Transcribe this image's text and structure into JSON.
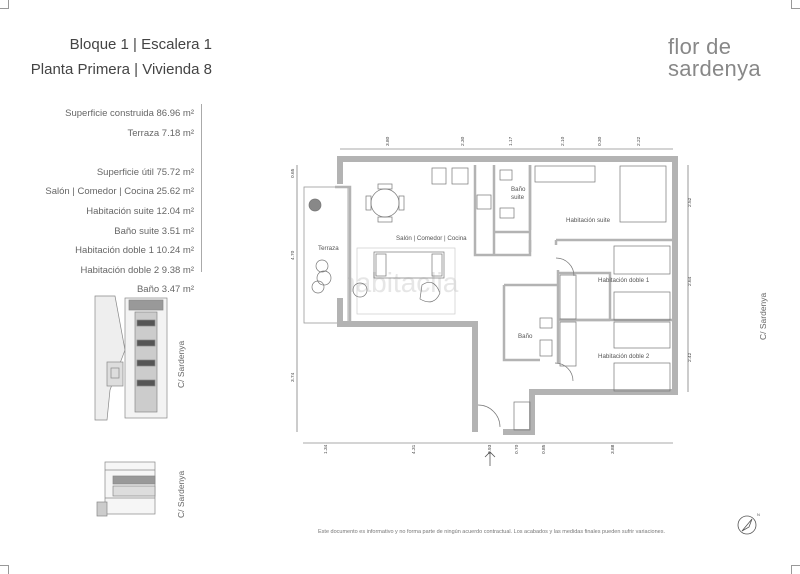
{
  "header": {
    "line1": "Bloque 1 | Escalera 1",
    "line2": "Planta Primera | Vivienda 8"
  },
  "logo": {
    "line1": "flor de",
    "line2": "sardenya"
  },
  "areas": {
    "built": "Superficie construida 86.96 m²",
    "terrace": "Terraza 7.18 m²",
    "useful": "Superficie útil 75.72 m²",
    "living": "Salón | Comedor | Cocina 25.62 m²",
    "suite": "Habitación suite 12.04 m²",
    "suite_bath": "Baño suite 3.51 m²",
    "double1": "Habitación doble 1 10.24 m²",
    "double2": "Habitación doble 2 9.38 m²",
    "bath": "Baño 3.47 m²"
  },
  "plan": {
    "rooms": {
      "terrace": "Terraza",
      "living": "Salón | Comedor | Cocina",
      "suite_bath_1": "Baño",
      "suite_bath_2": "suite",
      "suite": "Habitación suite",
      "double1": "Habitación doble 1",
      "double2": "Habitación doble 2",
      "bath": "Baño"
    },
    "dims_top": [
      "3.80",
      "2.30",
      "1.17",
      "2.10",
      "0.30",
      "2.22"
    ],
    "dims_bottom": [
      "1.34",
      "4.31",
      "0.93",
      "0.70",
      "0.85",
      "3.88"
    ],
    "dims_left": [
      "0.65",
      "4.70",
      "3.74"
    ],
    "dims_right": [
      "2.52",
      "2.64",
      "2.42"
    ],
    "watermark": "habitaclia",
    "wall_color": "#b3b3b3"
  },
  "street": "C/ Sardenya",
  "disclaimer": "Este documento es informativo y no forma parte de ningún acuerdo contractual. Los acabados y las medidas finales pueden sufrir variaciones.",
  "compass_icon": "compass-north-icon"
}
